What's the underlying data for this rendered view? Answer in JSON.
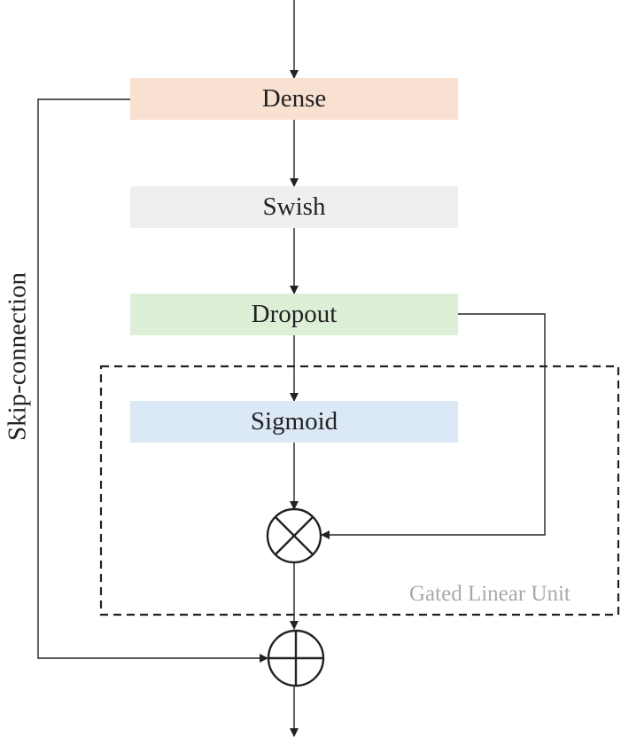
{
  "diagram": {
    "blocks": {
      "dense": {
        "label": "Dense",
        "color": "#f9e1d2"
      },
      "swish": {
        "label": "Swish",
        "color": "#efefef"
      },
      "dropout": {
        "label": "Dropout",
        "color": "#ddf0d7"
      },
      "sigmoid": {
        "label": "Sigmoid",
        "color": "#dbe8f5"
      }
    },
    "operators": {
      "multiply": {
        "symbol": "multiply"
      },
      "add": {
        "symbol": "add"
      }
    },
    "skip_connection_label": "Skip-connection",
    "gated_linear_unit_label": "Gated Linear Unit",
    "colors": {
      "line": "#222222",
      "dashed_box": "#222222",
      "glu_label": "#a9a9a9"
    }
  }
}
